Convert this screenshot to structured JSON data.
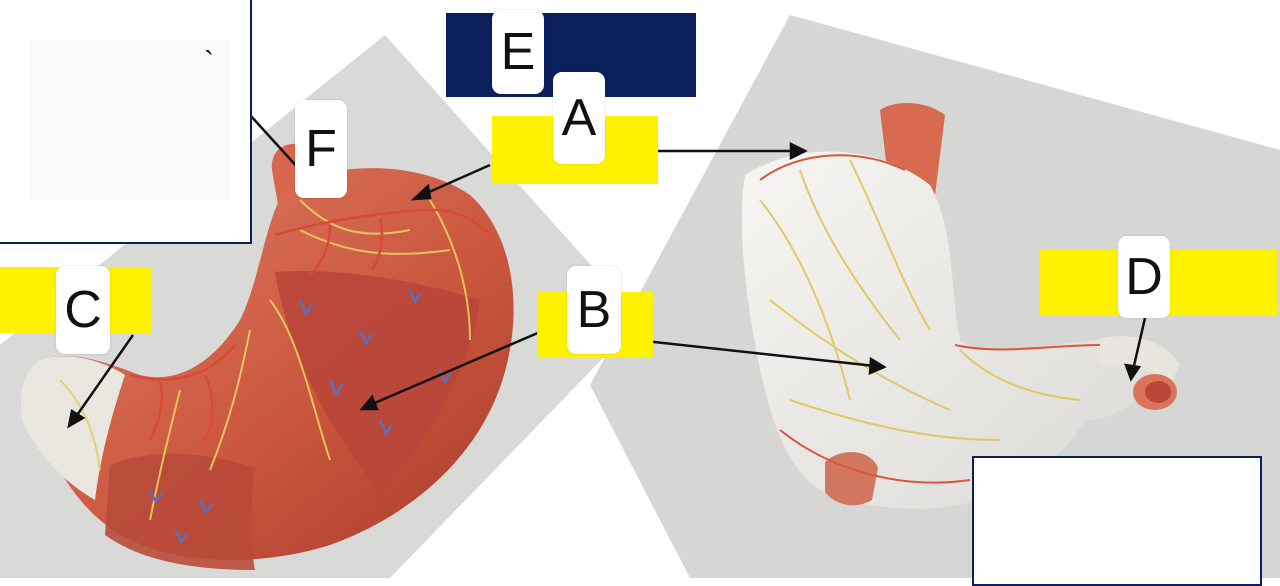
{
  "labels": {
    "A": "A",
    "B": "B",
    "C": "C",
    "D": "D",
    "E": "E",
    "F": "F"
  },
  "stray_mark": "`",
  "colors": {
    "highlight": "#fff200",
    "navy": "#0b1f5c",
    "background_photo": "#dcdcdc",
    "muscle_red": "#c8573d",
    "serosa_white": "#efefec",
    "vessel_yellow": "#e0c75a",
    "vessel_red": "#d84a35"
  }
}
